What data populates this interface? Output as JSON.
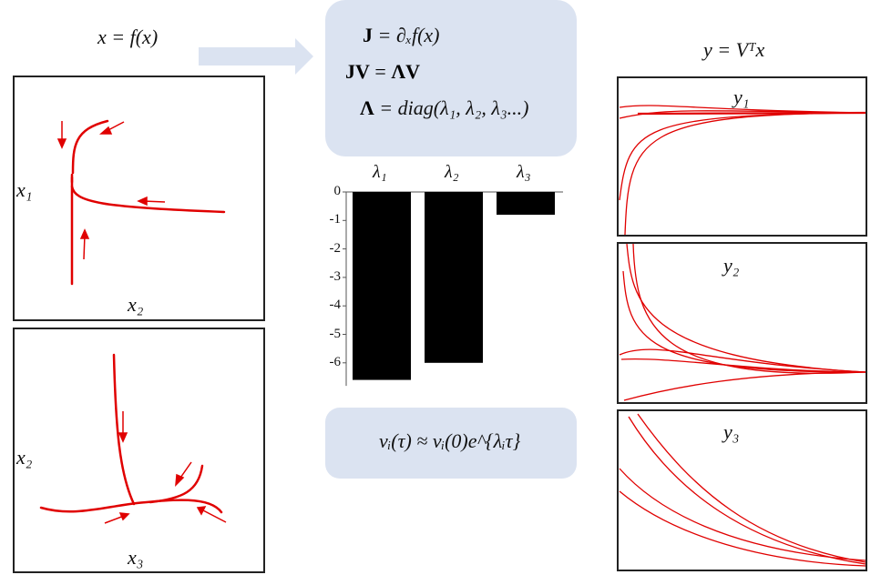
{
  "top": {
    "system_eq": "x = f(x)",
    "transform_eq": "y = Vᵀx"
  },
  "center_box": {
    "line1_lhs": "J",
    "line1_rhs": "= ∂ₓf(x)",
    "line2_lhs": "JV",
    "line2_eq": " = ",
    "line2_rhs": "ΛV",
    "line3_lhs": "Λ",
    "line3_rhs": "= diag(λ₁, λ₂, λ₃...)"
  },
  "bottom_box": {
    "eq": "vᵢ(τ) ≈ vᵢ(0)e^{λᵢτ}"
  },
  "left_panels": [
    {
      "ylabel": "x₁",
      "xlabel": "x₂"
    },
    {
      "ylabel": "x₂",
      "xlabel": "x₃"
    }
  ],
  "right_panels": [
    {
      "title": "y₁"
    },
    {
      "title": "y₂"
    },
    {
      "title": "y₃"
    }
  ],
  "colors": {
    "trajectory": "#e00000",
    "box_fill": "#dbe3f1",
    "arrow_fill": "#dbe3f1",
    "bar_fill": "#000000"
  },
  "chart_data": {
    "type": "bar",
    "categories": [
      "λ₁",
      "λ₂",
      "λ₃"
    ],
    "values": [
      -6.6,
      -6.0,
      -0.8
    ],
    "ylim": [
      -7,
      0
    ],
    "yticks": [
      "0",
      "-1",
      "-2",
      "-3",
      "-4",
      "-5",
      "-6"
    ],
    "title": "",
    "xlabel": "",
    "ylabel": ""
  }
}
